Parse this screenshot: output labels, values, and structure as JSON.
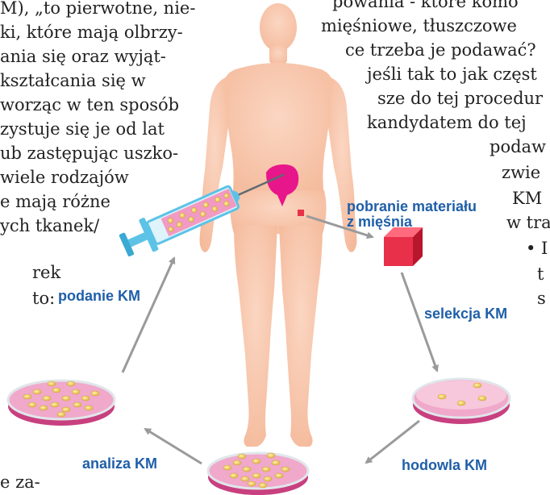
{
  "left_text": [
    "M), „to pierwotne, nie-",
    "ki, które mają olbrzy-",
    "ania się oraz wyjąt-",
    "kształcania się w",
    "worząc w ten sposób",
    "zystuje się je od lat",
    "ub zastępując uszko-",
    "wiele rodzajów",
    "e mają różne",
    "ych tkanek/",
    "rek",
    "to:",
    "e za-"
  ],
  "right_text": [
    "powania - które komó",
    "mięśniowe, tłuszczowe",
    "ce trzeba je podawać?",
    "jeśli tak to jak częst",
    "sze do tej procedur",
    "kandydatem do tej",
    "podaw",
    "zwie",
    "KM",
    "w tra",
    "• I",
    "t",
    "s"
  ],
  "labels": {
    "pobranie_line1": "pobranie materiału",
    "pobranie_line2": "z mięśnia",
    "selekcja": "selekcja KM",
    "hodowla": "hodowla KM",
    "analiza": "analiza KM",
    "podanie": "podanie KM"
  },
  "colors": {
    "body": "#f7c7ad",
    "label": "#1f5fa8",
    "arrow": "#9a9a9a",
    "sample": "#e8304a",
    "bladder": "#e7168a",
    "syringe": "#5cc3e6"
  }
}
